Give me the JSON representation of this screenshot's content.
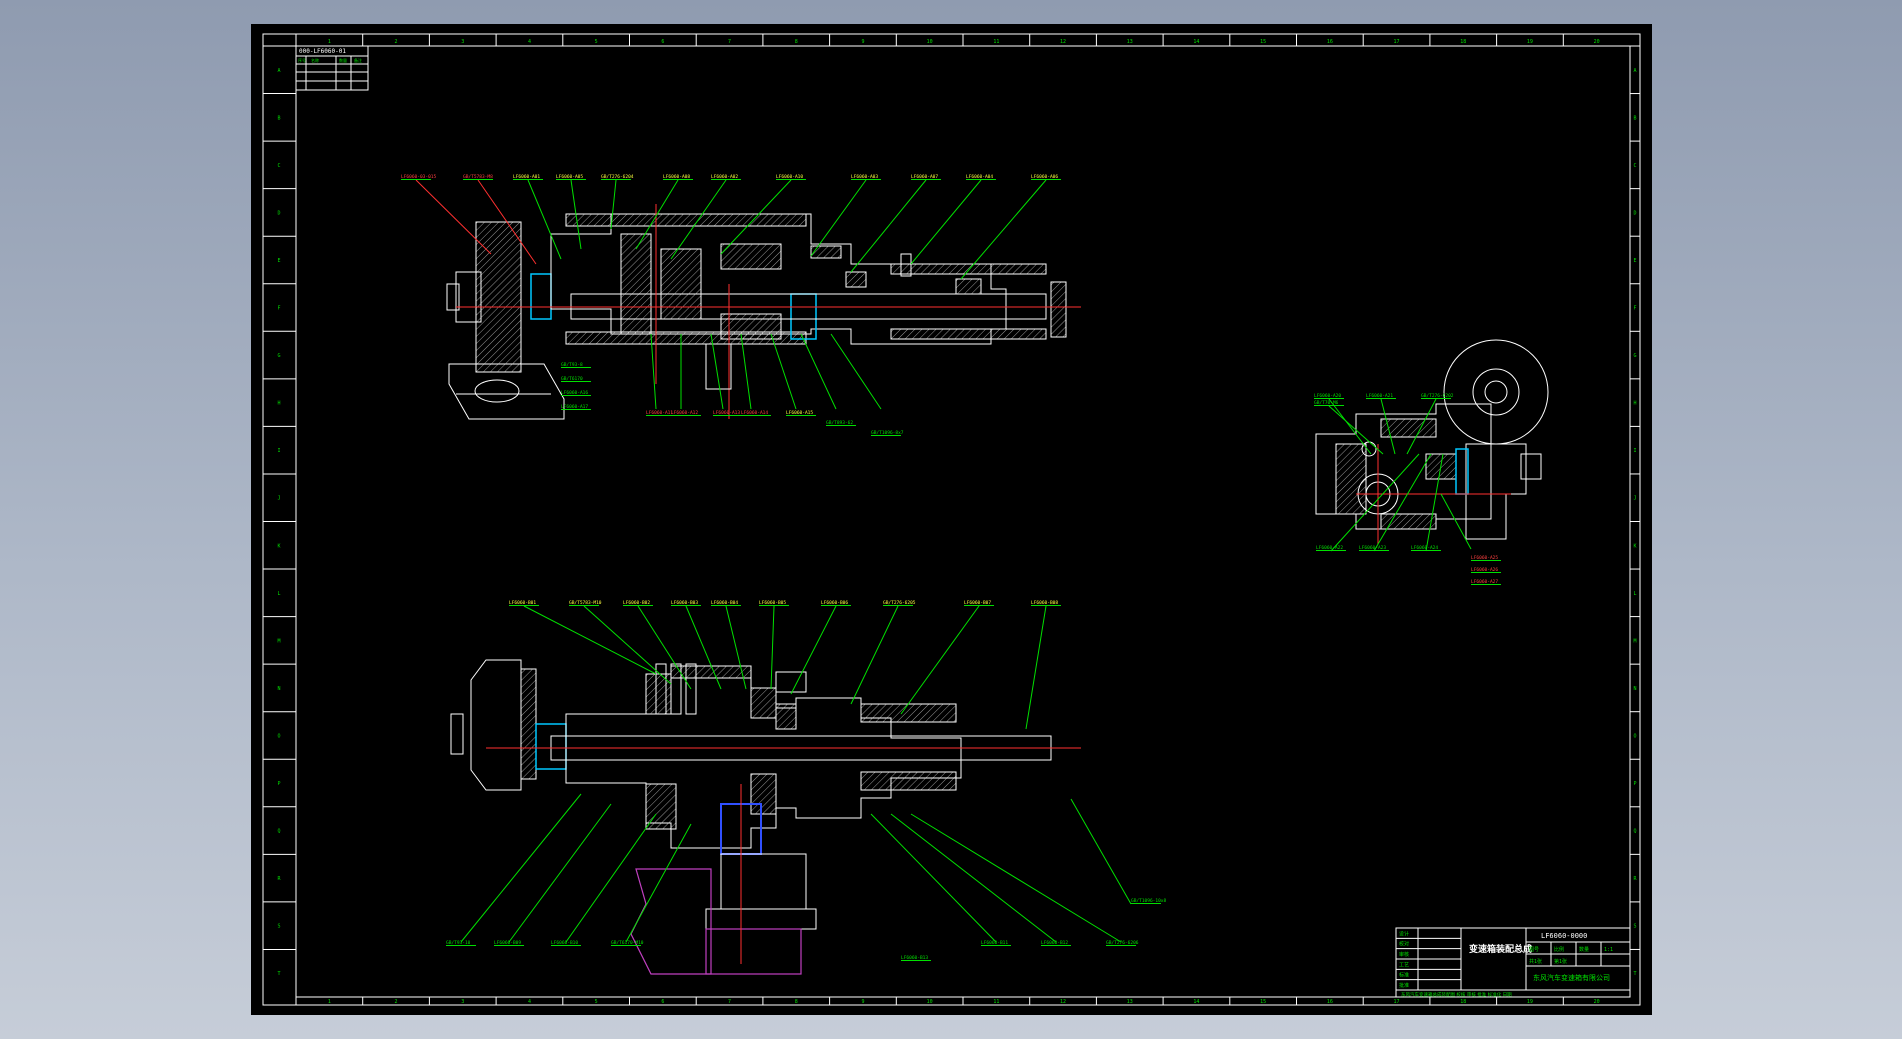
{
  "title_block": {
    "drawing_title": "变速箱装配总成",
    "drawing_number": "LF6060-0000",
    "company": "东风汽车变速箱有限公司",
    "footer_note": "东风汽车变速箱总成装配图 校核 审核 批准 标准化 日期",
    "row_labels": [
      "设计",
      "校对",
      "审核",
      "工艺",
      "标准",
      "批准"
    ],
    "cells": [
      "图号",
      "比例",
      "数量",
      "共1张",
      "第1张",
      "1:1"
    ]
  },
  "corner_table": {
    "code": "000-LF6060-01",
    "headers": [
      "序号",
      "名称",
      "数量",
      "备注"
    ]
  },
  "top_view": {
    "labels_top": [
      "LF6060-03-015",
      "GB/T5783-M8",
      "LF6060-A01",
      "LF6060-A05",
      "GB/T276-6204",
      "LF6060-A08",
      "LF6060-A02",
      "LF6060-A10",
      "LF6060-A03",
      "LF6060-A07",
      "LF6060-A04",
      "LF6060-A06"
    ],
    "labels_bottom": [
      "LF6060-A11",
      "LF6060-A12",
      "LF6060-A13",
      "LF6060-A14",
      "LF6060-A15",
      "GB/T893-62",
      "GB/T1096-8x7"
    ],
    "labels_left": [
      "GB/T93-8",
      "GB/T6170",
      "LF6060-A16",
      "LF6060-A17"
    ]
  },
  "side_view": {
    "labels": [
      "LF6060-A20",
      "GB/T70-M6",
      "LF6060-A21",
      "GB/T276-6202",
      "LF6060-A22",
      "LF6060-A23",
      "LF6060-A24"
    ],
    "labels_right_red": [
      "LF6060-A25",
      "LF6060-A26",
      "LF6060-A27"
    ]
  },
  "bottom_view": {
    "labels_top": [
      "LF6060-B01",
      "GB/T5783-M10",
      "LF6060-B02",
      "LF6060-B03",
      "LF6060-B04",
      "LF6060-B05",
      "LF6060-B06",
      "GB/T276-6205",
      "LF6060-B07",
      "LF6060-B08"
    ],
    "labels_bottom": [
      "GB/T93-10",
      "LF6060-B09",
      "LF6060-B10",
      "GB/T6170-M10",
      "LF6060-B11",
      "LF6060-B12",
      "GB/T276-6206"
    ],
    "label_right": "GB/T1096-10x8",
    "label_magenta": "LF6060-B13"
  },
  "zones": {
    "columns": [
      "1",
      "2",
      "3",
      "4",
      "5",
      "6",
      "7",
      "8",
      "9",
      "10",
      "11",
      "12",
      "13",
      "14",
      "15",
      "16",
      "17",
      "18",
      "19",
      "20"
    ],
    "rows": [
      "A",
      "B",
      "C",
      "D",
      "E",
      "F",
      "G",
      "H",
      "I",
      "J",
      "K",
      "L",
      "M",
      "N",
      "O",
      "P",
      "Q",
      "R",
      "S",
      "T"
    ]
  },
  "colors": {
    "background": "#000000",
    "frame": "#00e000",
    "outline": "#ffffff",
    "centerline": "#ff3030",
    "seal": "#00c8ff"
  }
}
